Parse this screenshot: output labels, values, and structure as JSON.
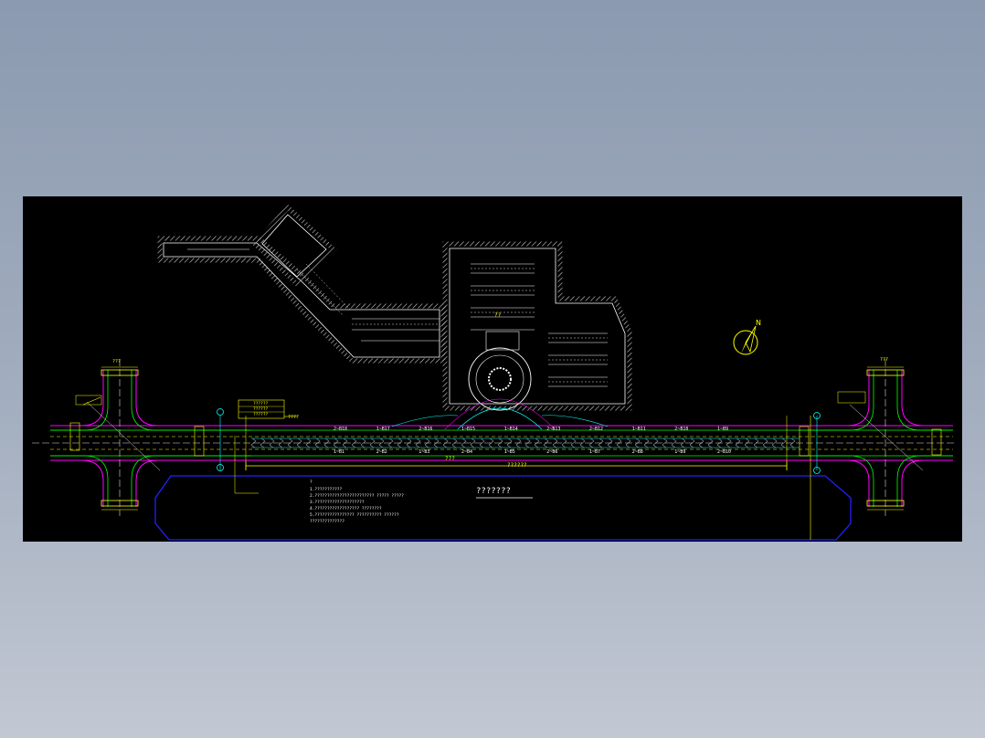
{
  "north_label": "N",
  "plan_title": "???????",
  "notes": {
    "heading": "?",
    "lines": [
      "1.???????????",
      "2.???????????????????????? ????? ?????",
      "3.????????????????????",
      "4.?????????????????? ????????",
      "5.???????????????? ?????????? ??????",
      "   ??????????????"
    ]
  },
  "legend_items": [
    "??????",
    "??????",
    "??????"
  ],
  "legend_tag": "????",
  "dims": {
    "left_intersection_top": "???",
    "right_intersection_top": "???",
    "center_span": "??????",
    "total_span": "???",
    "center_bubble": "??"
  },
  "lanes_top": [
    "2~B18",
    "1~B17",
    "2~B16",
    "1~B15",
    "1~B14",
    "2~B13",
    "2~B12",
    "1~B11",
    "2~B10",
    "1~B9"
  ],
  "lanes_bottom": [
    "1~B1",
    "2~B2",
    "1~B3",
    "2~B4",
    "1~B5",
    "2~B6",
    "1~B7",
    "2~B8",
    "1~B9",
    "2~B10"
  ],
  "colors": {
    "background": "#000000",
    "road_yellow": "#ffff00",
    "road_magenta": "#ff00ff",
    "lane_green": "#00ff00",
    "cyan": "#00ffff",
    "building_white": "#ffffff",
    "boundary_blue": "#0000ff"
  }
}
